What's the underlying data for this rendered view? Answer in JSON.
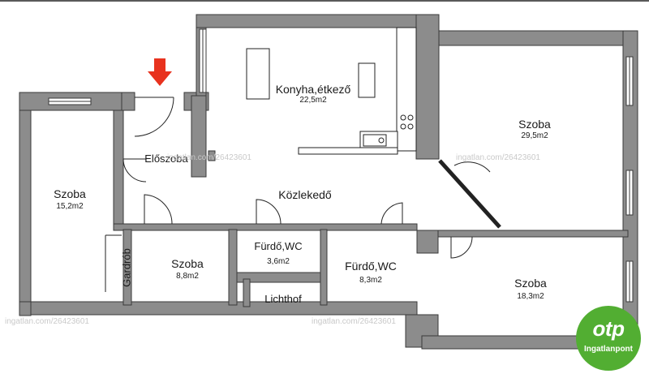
{
  "rooms": {
    "konyha": {
      "name": "Konyha,étkező",
      "area": "22,5m2"
    },
    "szoba_ne": {
      "name": "Szoba",
      "area": "29,5m2"
    },
    "szoba_w": {
      "name": "Szoba",
      "area": "15,2m2"
    },
    "eloszoba": {
      "name": "Előszoba"
    },
    "kozlekedo": {
      "name": "Közlekedő"
    },
    "szoba_small": {
      "name": "Szoba",
      "area": "8,8m2"
    },
    "furdo_small": {
      "name": "Fürdő,WC",
      "area": "3,6m2"
    },
    "furdo_large": {
      "name": "Fürdő,WC",
      "area": "8,3m2"
    },
    "szoba_se": {
      "name": "Szoba",
      "area": "18,3m2"
    },
    "gardrob": {
      "name": "Gardrób"
    },
    "lichthof": {
      "name": "Lichthof"
    }
  },
  "watermarks": {
    "mid_1": "ingatlan.com/26423601",
    "mid_2": "ingatlan.com/26423601",
    "bottom_1": "ingatlan.com/26423601",
    "bottom_2": "ingatlan.com/26423601"
  },
  "logo": {
    "brand": "otp",
    "sub": "Ingatlanpont",
    "color": "#52ae32"
  },
  "colors": {
    "wall": "#8c8c8c",
    "wall_outline": "#3a3a3a",
    "entrance_arrow": "#e8321e"
  },
  "icons": [
    "entrance-arrow-icon",
    "stove-icon",
    "sink-icon"
  ]
}
